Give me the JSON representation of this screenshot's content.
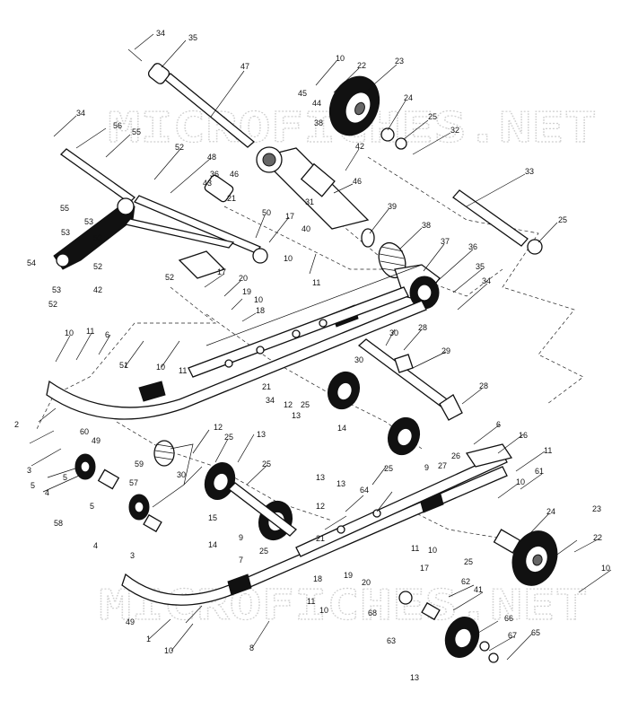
{
  "watermarks": [
    "MICROFICHES.NET",
    "MICROFICHES.NET"
  ],
  "callouts": [
    {
      "id": "c1",
      "text": "34"
    },
    {
      "id": "c2",
      "text": "35"
    },
    {
      "id": "c3",
      "text": "47"
    },
    {
      "id": "c4",
      "text": "10"
    },
    {
      "id": "c5",
      "text": "22"
    },
    {
      "id": "c6",
      "text": "23"
    },
    {
      "id": "c7",
      "text": "45"
    },
    {
      "id": "c8",
      "text": "44"
    },
    {
      "id": "c9",
      "text": "24"
    },
    {
      "id": "c10",
      "text": "34"
    },
    {
      "id": "c11",
      "text": "38"
    },
    {
      "id": "c12",
      "text": "25"
    },
    {
      "id": "c13",
      "text": "56"
    },
    {
      "id": "c14",
      "text": "32"
    },
    {
      "id": "c15",
      "text": "55"
    },
    {
      "id": "c16",
      "text": "52"
    },
    {
      "id": "c17",
      "text": "42"
    },
    {
      "id": "c18",
      "text": "46"
    },
    {
      "id": "c19",
      "text": "36"
    },
    {
      "id": "c20",
      "text": "48"
    },
    {
      "id": "c21",
      "text": "43"
    },
    {
      "id": "c22",
      "text": "46"
    },
    {
      "id": "c23",
      "text": "33"
    },
    {
      "id": "c24",
      "text": "21"
    },
    {
      "id": "c25",
      "text": "31"
    },
    {
      "id": "c26",
      "text": "55"
    },
    {
      "id": "c27",
      "text": "53"
    },
    {
      "id": "c28",
      "text": "50"
    },
    {
      "id": "c29",
      "text": "39"
    },
    {
      "id": "c30",
      "text": "25"
    },
    {
      "id": "c31",
      "text": "53"
    },
    {
      "id": "c32",
      "text": "17"
    },
    {
      "id": "c33",
      "text": "40"
    },
    {
      "id": "c34",
      "text": "38"
    },
    {
      "id": "c35",
      "text": "53"
    },
    {
      "id": "c36",
      "text": "37"
    },
    {
      "id": "c37",
      "text": "36"
    },
    {
      "id": "c38",
      "text": "54"
    },
    {
      "id": "c39",
      "text": "52"
    },
    {
      "id": "c40",
      "text": "52"
    },
    {
      "id": "c41",
      "text": "10"
    },
    {
      "id": "c42",
      "text": "53"
    },
    {
      "id": "c43",
      "text": "42"
    },
    {
      "id": "c44",
      "text": "17"
    },
    {
      "id": "c45",
      "text": "35"
    },
    {
      "id": "c46",
      "text": "11"
    },
    {
      "id": "c47",
      "text": "34"
    },
    {
      "id": "c48",
      "text": "52"
    },
    {
      "id": "c49",
      "text": "20"
    },
    {
      "id": "c50",
      "text": "19"
    },
    {
      "id": "c51",
      "text": "10"
    },
    {
      "id": "c52",
      "text": "18"
    },
    {
      "id": "c53",
      "text": "28"
    },
    {
      "id": "c54",
      "text": "30"
    },
    {
      "id": "c55",
      "text": "10"
    },
    {
      "id": "c56",
      "text": "11"
    },
    {
      "id": "c57",
      "text": "6"
    },
    {
      "id": "c58",
      "text": "51"
    },
    {
      "id": "c59",
      "text": "10"
    },
    {
      "id": "c60",
      "text": "11"
    },
    {
      "id": "c61",
      "text": "29"
    },
    {
      "id": "c62",
      "text": "30"
    },
    {
      "id": "c63",
      "text": "28"
    },
    {
      "id": "c64",
      "text": "21"
    },
    {
      "id": "c65",
      "text": "34"
    },
    {
      "id": "c66",
      "text": "12"
    },
    {
      "id": "c67",
      "text": "25"
    },
    {
      "id": "c68",
      "text": "13"
    },
    {
      "id": "c69",
      "text": "49"
    },
    {
      "id": "c70",
      "text": "2"
    },
    {
      "id": "c71",
      "text": "60"
    },
    {
      "id": "c72",
      "text": "12"
    },
    {
      "id": "c73",
      "text": "25"
    },
    {
      "id": "c74",
      "text": "13"
    },
    {
      "id": "c75",
      "text": "6"
    },
    {
      "id": "c76",
      "text": "16"
    },
    {
      "id": "c77",
      "text": "14"
    },
    {
      "id": "c78",
      "text": "3"
    },
    {
      "id": "c79",
      "text": "5"
    },
    {
      "id": "c80",
      "text": "59"
    },
    {
      "id": "c81",
      "text": "30"
    },
    {
      "id": "c82",
      "text": "25"
    },
    {
      "id": "c83",
      "text": "9"
    },
    {
      "id": "c84",
      "text": "27"
    },
    {
      "id": "c85",
      "text": "26"
    },
    {
      "id": "c86",
      "text": "11"
    },
    {
      "id": "c87",
      "text": "5"
    },
    {
      "id": "c88",
      "text": "4"
    },
    {
      "id": "c89",
      "text": "57"
    },
    {
      "id": "c90",
      "text": "25"
    },
    {
      "id": "c91",
      "text": "13"
    },
    {
      "id": "c92",
      "text": "13"
    },
    {
      "id": "c93",
      "text": "64"
    },
    {
      "id": "c94",
      "text": "61"
    },
    {
      "id": "c95",
      "text": "10"
    },
    {
      "id": "c96",
      "text": "58"
    },
    {
      "id": "c97",
      "text": "5"
    },
    {
      "id": "c98",
      "text": "15"
    },
    {
      "id": "c99",
      "text": "12"
    },
    {
      "id": "c100",
      "text": "14"
    },
    {
      "id": "c101",
      "text": "4"
    },
    {
      "id": "c102",
      "text": "3"
    },
    {
      "id": "c103",
      "text": "9"
    },
    {
      "id": "c104",
      "text": "25"
    },
    {
      "id": "c105",
      "text": "21"
    },
    {
      "id": "c106",
      "text": "11"
    },
    {
      "id": "c107",
      "text": "10"
    },
    {
      "id": "c108",
      "text": "24"
    },
    {
      "id": "c109",
      "text": "25"
    },
    {
      "id": "c110",
      "text": "23"
    },
    {
      "id": "c111",
      "text": "22"
    },
    {
      "id": "c112",
      "text": "17"
    },
    {
      "id": "c113",
      "text": "7"
    },
    {
      "id": "c114",
      "text": "19"
    },
    {
      "id": "c115",
      "text": "20"
    },
    {
      "id": "c116",
      "text": "18"
    },
    {
      "id": "c117",
      "text": "11"
    },
    {
      "id": "c118",
      "text": "10"
    },
    {
      "id": "c119",
      "text": "62"
    },
    {
      "id": "c120",
      "text": "41"
    },
    {
      "id": "c121",
      "text": "10"
    },
    {
      "id": "c122",
      "text": "49"
    },
    {
      "id": "c123",
      "text": "68"
    },
    {
      "id": "c124",
      "text": "63"
    },
    {
      "id": "c125",
      "text": "66"
    },
    {
      "id": "c126",
      "text": "1"
    },
    {
      "id": "c127",
      "text": "10"
    },
    {
      "id": "c128",
      "text": "8"
    },
    {
      "id": "c129",
      "text": "67"
    },
    {
      "id": "c130",
      "text": "65"
    },
    {
      "id": "c131",
      "text": "13"
    }
  ]
}
